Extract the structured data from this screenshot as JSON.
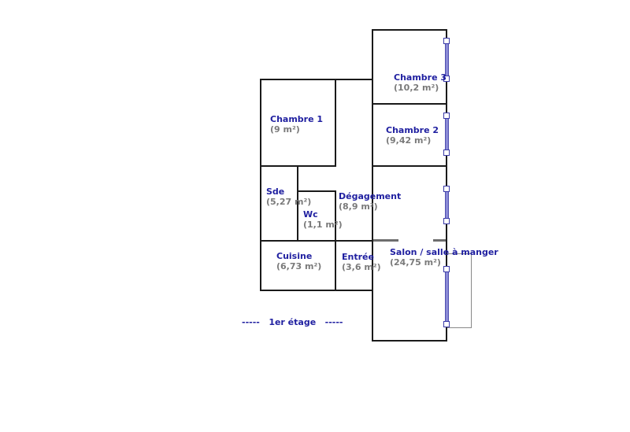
{
  "plan": {
    "floor_label": "-----   1er étage   -----",
    "rooms": [
      {
        "name": "Chambre 1",
        "area": "(9 m²)"
      },
      {
        "name": "Chambre 3",
        "area": "(10,2 m²)"
      },
      {
        "name": "Chambre 2",
        "area": "(9,42 m²)"
      },
      {
        "name": "Sde",
        "area": "(5,27 m²)"
      },
      {
        "name": "Wc",
        "area": "(1,1 m²)"
      },
      {
        "name": "Dégagement",
        "area": "(8,9 m²)"
      },
      {
        "name": "Cuisine",
        "area": "(6,73 m²)"
      },
      {
        "name": "Entrée",
        "area": "(3,6 m²)"
      },
      {
        "name": "Salon / salle à manger",
        "area": "(24,75 m²)"
      }
    ],
    "colors": {
      "wall": "#1a1a1a",
      "room_name": "#1f1fa0",
      "room_area": "#7a7a7a",
      "window": "#8a8ad6"
    }
  }
}
